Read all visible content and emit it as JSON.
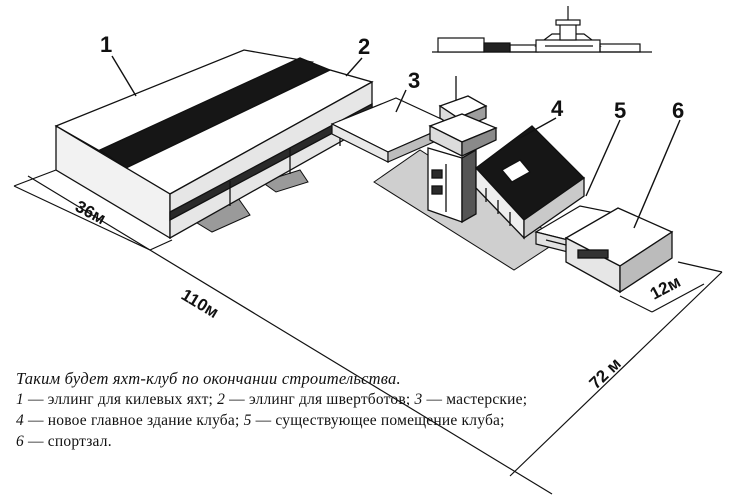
{
  "labels": {
    "n1": "1",
    "n2": "2",
    "n3": "3",
    "n4": "4",
    "n5": "5",
    "n6": "6"
  },
  "dimensions": {
    "width_left": "36м",
    "length_total": "110м",
    "depth_right": "72 м",
    "width_right": "12м"
  },
  "caption": {
    "title": "Таким будет яхт-клуб по окончании строительства.",
    "items": [
      {
        "n": "1",
        "text": " — эллинг для килевых яхт; "
      },
      {
        "n": "2",
        "text": " — эллинг для швертботов; "
      },
      {
        "n": "3",
        "text": " — мастерские;"
      },
      {
        "n": "4",
        "text": " — новое главное здание клуба; "
      },
      {
        "n": "5",
        "text": " — существующее помещение клуба;"
      },
      {
        "n": "6",
        "text": " — спортзал."
      }
    ]
  }
}
